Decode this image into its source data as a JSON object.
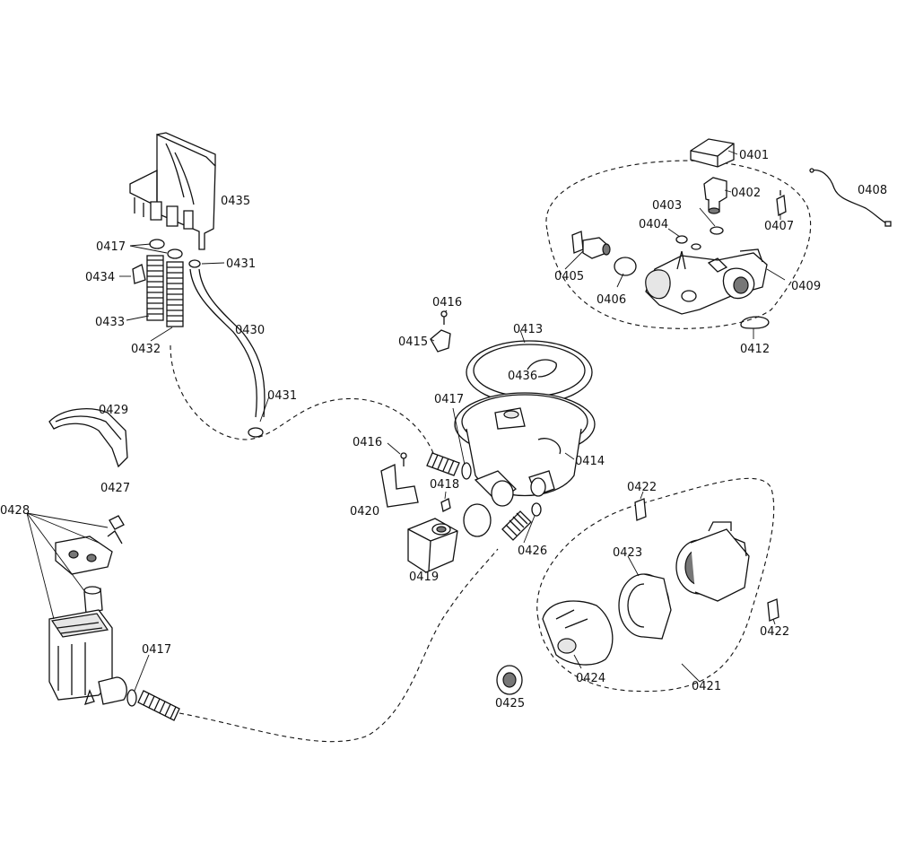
{
  "diagram": {
    "parts": {
      "p0401": "0401",
      "p0402": "0402",
      "p0403": "0403",
      "p0404": "0404",
      "p0405": "0405",
      "p0406": "0406",
      "p0407": "0407",
      "p0408": "0408",
      "p0409": "0409",
      "p0412": "0412",
      "p0413": "0413",
      "p0414": "0414",
      "p0415": "0415",
      "p0416": "0416",
      "p0417": "0417",
      "p0418": "0418",
      "p0419": "0419",
      "p0420": "0420",
      "p0421": "0421",
      "p0422": "0422",
      "p0423": "0423",
      "p0424": "0424",
      "p0425": "0425",
      "p0426": "0426",
      "p0427": "0427",
      "p0428": "0428",
      "p0429": "0429",
      "p0430": "0430",
      "p0431": "0431",
      "p0432": "0432",
      "p0433": "0433",
      "p0434": "0434",
      "p0435": "0435",
      "p0436": "0436"
    }
  }
}
